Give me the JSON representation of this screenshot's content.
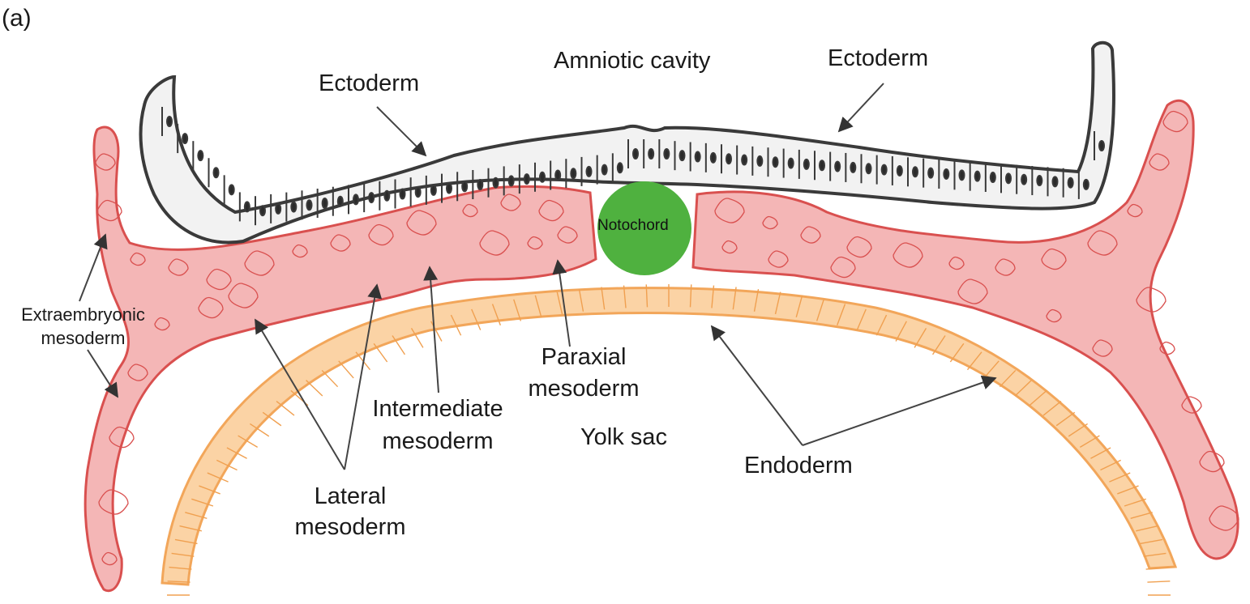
{
  "panel_letter": "(a)",
  "labels": {
    "amniotic_cavity": "Amniotic cavity",
    "ectoderm_left": "Ectoderm",
    "ectoderm_right": "Ectoderm",
    "notochord": "Notochord",
    "extraembryonic_line1": "Extraembryonic",
    "extraembryonic_line2": "mesoderm",
    "paraxial_line1": "Paraxial",
    "paraxial_line2": "mesoderm",
    "intermediate_line1": "Intermediate",
    "intermediate_line2": "mesoderm",
    "lateral_line1": "Lateral",
    "lateral_line2": "mesoderm",
    "yolk_sac": "Yolk sac",
    "endoderm": "Endoderm"
  },
  "colors": {
    "ectoderm_outline": "#3a3a3a",
    "ectoderm_cell_fill": "#f2f2f2",
    "ectoderm_nucleus": "#2b2b2b",
    "mesoderm_fill": "#f4b6b6",
    "mesoderm_outline": "#d9504f",
    "notochord_fill": "#4fb13f",
    "endoderm_fill": "#fbd3a5",
    "endoderm_outline": "#f2a65a",
    "arrow": "#444444"
  }
}
